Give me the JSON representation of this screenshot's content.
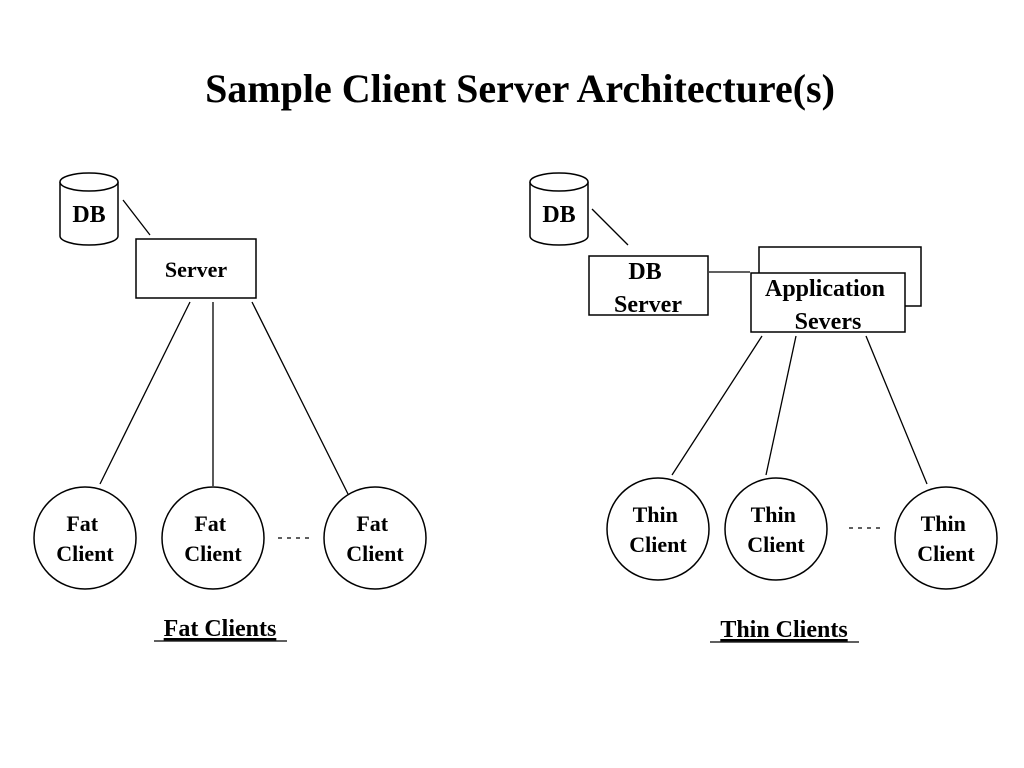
{
  "title": "Sample Client Server Architecture(s)",
  "fat": {
    "db_label": "DB",
    "server_label": "Server",
    "clients": [
      {
        "line1": "Fat",
        "line2": "Client"
      },
      {
        "line1": "Fat",
        "line2": "Client"
      },
      {
        "line1": "Fat",
        "line2": "Client"
      }
    ],
    "ellipsis": "----",
    "caption": "Fat Clients"
  },
  "thin": {
    "db_label": "DB",
    "db_server_line1": "DB",
    "db_server_line2": "Server",
    "app_line1": "Application",
    "app_line2": "Severs",
    "clients": [
      {
        "line1": "Thin",
        "line2": "Client"
      },
      {
        "line1": "Thin",
        "line2": "Client"
      },
      {
        "line1": "Thin",
        "line2": "Client"
      }
    ],
    "ellipsis": "----",
    "caption": "Thin Clients"
  }
}
